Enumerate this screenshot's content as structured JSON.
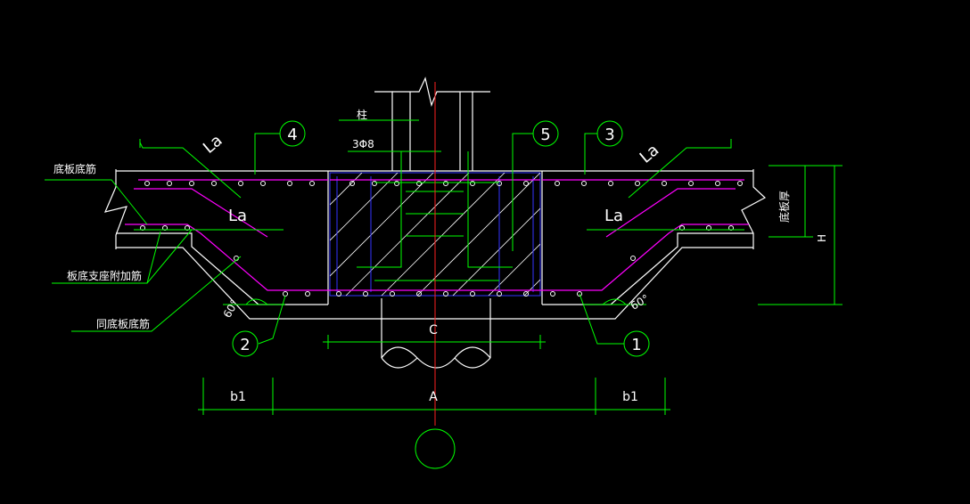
{
  "colors": {
    "background": "#000000",
    "outline": "#ffffff",
    "rebar_main": "#ff00ff",
    "leader": "#00ff00",
    "column_rebar": "#3333ff",
    "axis": "#ff2020"
  },
  "labels": {
    "zhu": "柱",
    "column_rebar": "3Φ8",
    "ban_di_jin": "底板底筋",
    "support_extra": "板底支座附加筋",
    "same_as_bottom": "同底板底筋",
    "thickness": "底板厚",
    "H": "H",
    "C": "C",
    "A": "A",
    "b1_left": "b1",
    "b1_right": "b1",
    "La_top_left": "La",
    "La_top_right": "La",
    "La_mid_left": "La",
    "La_mid_right": "La",
    "angle_left": "60°",
    "angle_right": "60°"
  },
  "markers": {
    "m1": "1",
    "m2": "2",
    "m3": "3",
    "m4": "4",
    "m5": "5",
    "axis_bubble": ""
  }
}
